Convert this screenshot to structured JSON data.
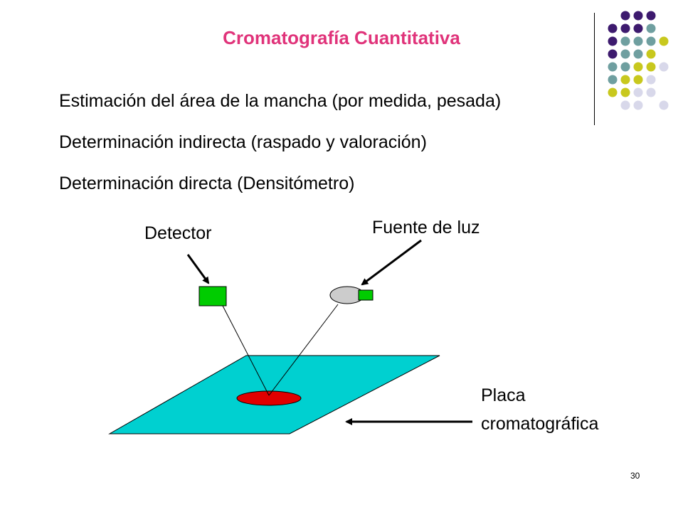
{
  "slide": {
    "title": "Cromatografía Cuantitativa",
    "bullets": [
      "Estimación del área de la mancha (por medida, pesada)",
      "Determinación indirecta (raspado y valoración)",
      "Determinación directa (Densitómetro)"
    ],
    "page_number": "30"
  },
  "diagram": {
    "labels": {
      "detector": "Detector",
      "light_source": "Fuente de luz",
      "plate_line1": "Placa",
      "plate_line2": "cromatográfica"
    }
  },
  "colors": {
    "title": "#e0337a",
    "plate": "#00d0d0",
    "spot": "#e00000",
    "detector": "#00cc00",
    "lamp": "#cccccc",
    "dot_purple": "#3d1a6e",
    "dot_teal": "#6f9fa0",
    "dot_yellow": "#c8c81e",
    "dot_lavender": "#d8d8ea"
  }
}
